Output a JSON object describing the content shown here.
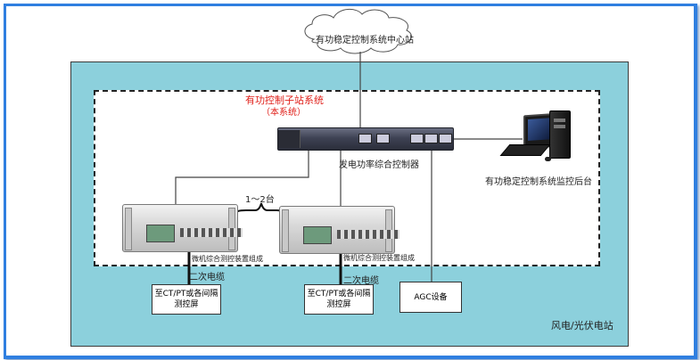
{
  "diagram": {
    "cloud_label": "有功稳定控制系统中心站",
    "subsystem_title": "有功控制子站系统",
    "subsystem_subtitle": "（本系统）",
    "controller_label": "发电功率综合控制器",
    "pc_label": "有功稳定控制系统监控后台",
    "count_label": "1～2台",
    "left_device_label": "微机综合测控装置组成",
    "right_device_label": "微机综合测控装置组成",
    "left_cable_label": "二次电缆",
    "right_cable_label": "二次电缆",
    "left_box_label": "至CT/PT或各间隔测控屏",
    "right_box_label": "至CT/PT或各间隔测控屏",
    "agc_label": "AGC设备",
    "site_label": "风电/光伏电站"
  },
  "colors": {
    "frame": "#2f7fe0",
    "site_bg": "#8cd0dc",
    "title_red": "#e0201a"
  }
}
